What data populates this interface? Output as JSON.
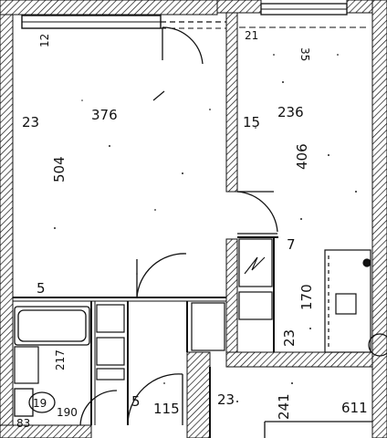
{
  "floor_plan": {
    "labels": {
      "main_room_width": "376",
      "main_room_height": "504",
      "main_room_left_wall": "23",
      "main_room_window_sill": "12",
      "main_room_bottom_offset": "5",
      "right_room_width": "236",
      "right_room_height": "406",
      "partition_wall": "15",
      "window_top_right_a": "21",
      "window_top_right_b": "35",
      "door_offset": "7",
      "kitchen_run": "170",
      "kitchen_wall": "23",
      "bath_height": "217",
      "wc_label": "19",
      "bath_width": "190",
      "bottom_left_value": "83",
      "hall_door_offset": "5",
      "hall_door_width": "115",
      "bottom_wall": "23",
      "bottom_center": "241",
      "bottom_right": "611"
    },
    "colors": {
      "ink": "#111111",
      "paper": "#ffffff"
    }
  }
}
